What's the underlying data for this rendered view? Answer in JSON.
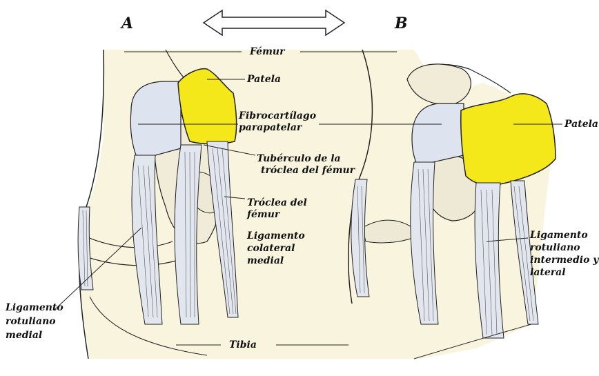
{
  "panels": {
    "a": "A",
    "b": "B"
  },
  "labels": {
    "femur": "Fémur",
    "patela_a": "Patela",
    "patela_b": "Patela",
    "fibro_1": "Fibrocartílago",
    "fibro_2": "parapatelar",
    "tuber_1": "Tubérculo de la",
    "tuber_2": "tróclea del fémur",
    "troclea_1": "Tróclea del",
    "troclea_2": "fémur",
    "colat_1": "Ligamento",
    "colat_2": "colateral",
    "colat_3": "medial",
    "rotmed_1": "Ligamento",
    "rotmed_2": "rotuliano",
    "rotmed_3": "medial",
    "rotint_1": "Ligamento",
    "rotint_2": "rotuliano",
    "rotint_3": "intermedio y",
    "rotint_4": "lateral",
    "tibia": "Tibia"
  },
  "colors": {
    "background": "#ffffff",
    "bone": "#f8f4de",
    "patella": "#f5e81a",
    "fibrocartilage": "#dde3ef",
    "ligament": "#e2e6ee",
    "ink": "#222222"
  }
}
